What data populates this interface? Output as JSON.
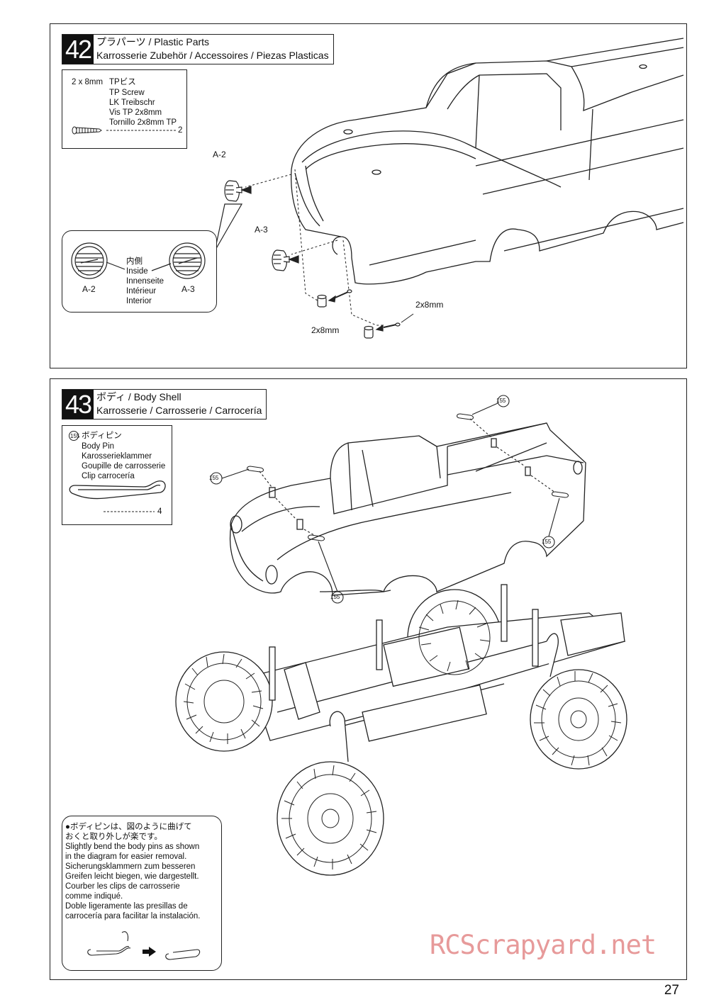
{
  "step42": {
    "number": "42",
    "title_line1": "プラパーツ / Plastic Parts",
    "title_line2": "Karrosserie Zubehör / Accessoires / Piezas Plasticas",
    "parts_box": {
      "size": "2 x 8mm",
      "names": [
        "TPビス",
        "TP Screw",
        "LK Treibschr",
        "Vis TP 2x8mm",
        "Tornillo 2x8mm TP"
      ],
      "qty": "2"
    },
    "labels": {
      "a2": "A-2",
      "a3": "A-3",
      "screw1": "2x8mm",
      "screw2": "2x8mm"
    },
    "callout": {
      "inside_lines": [
        "内側",
        "Inside",
        "Innenseite",
        "Intérieur",
        "Interior"
      ],
      "left_label": "A-2",
      "right_label": "A-3"
    }
  },
  "step43": {
    "number": "43",
    "title_line1": "ボディ / Body Shell",
    "title_line2": "Karrosserie / Carrosserie / Carrocería",
    "parts_box": {
      "part_no": "155",
      "names": [
        "ボディピン",
        "Body Pin",
        "Karosserieklammer",
        "Goupille de carrosserie",
        "Clip carrocería"
      ],
      "qty": "4"
    },
    "pin_label": "155",
    "note_lines": [
      "●ボディピンは、図のように曲げて",
      "  おくと取り外しが楽です。",
      "  Slightly bend the body pins as shown",
      "    in the diagram for easier removal.",
      "  Sicherungsklammern zum besseren",
      "    Greifen leicht biegen, wie dargestellt.",
      "  Courber les clips de carrosserie",
      "    comme indiqué.",
      "  Doble ligeramente las presillas de",
      "    carrocería para facilitar la instalación."
    ]
  },
  "page_number": "27",
  "watermark": "RCScrapyard.net"
}
